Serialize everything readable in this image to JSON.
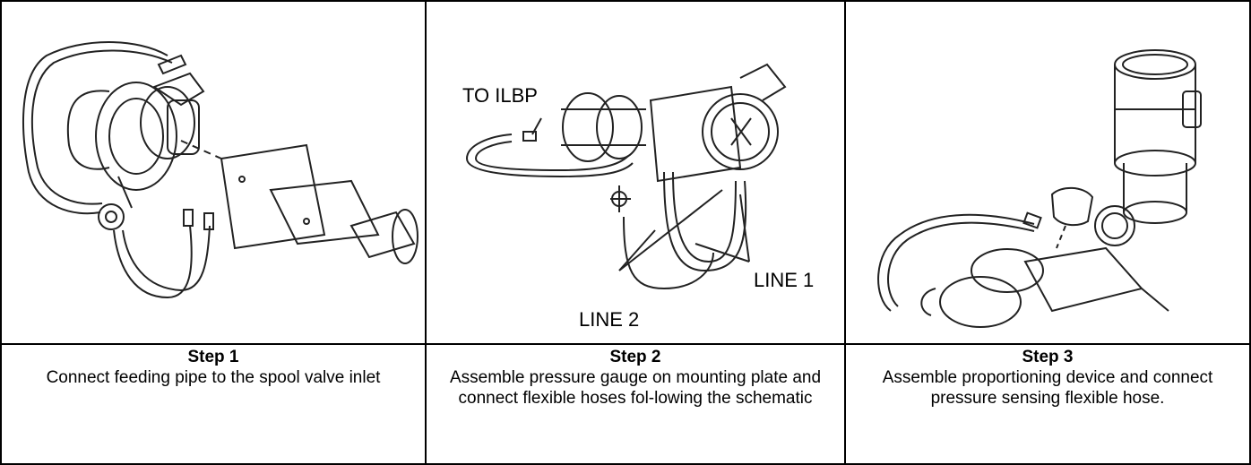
{
  "steps": [
    {
      "title": "Step 1",
      "description": "Connect feeding pipe to the spool valve inlet"
    },
    {
      "title": "Step 2",
      "description": "Assemble pressure gauge on mounting plate and connect flexible hoses fol-lowing the schematic"
    },
    {
      "title": "Step 3",
      "description": "Assemble proportioning device and connect pressure sensing flexible hose."
    }
  ],
  "diagram_labels": {
    "to_ilbp": "TO ILBP",
    "line1": "LINE 1",
    "line2": "LINE 2"
  }
}
